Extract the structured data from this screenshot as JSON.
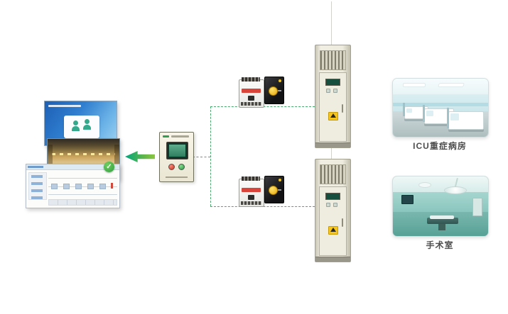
{
  "canvas": {
    "background": "#ffffff"
  },
  "icons": {
    "check": "✓"
  },
  "colors": {
    "connection_dash_green": "#4aa96c",
    "arrow_gradient_start": "#00a77d",
    "arrow_gradient_end": "#8cc63f",
    "cabinet_body": "#edebdd",
    "warning_label_yellow": "#f6c51d",
    "monitor_lcd_green": "#2f7e60",
    "button_red": "#c62f20",
    "button_green": "#2a9440"
  },
  "branches": [
    {
      "id": "icu",
      "room_label": "ICU重症病房"
    },
    {
      "id": "operating-room",
      "room_label": "手术室"
    }
  ]
}
